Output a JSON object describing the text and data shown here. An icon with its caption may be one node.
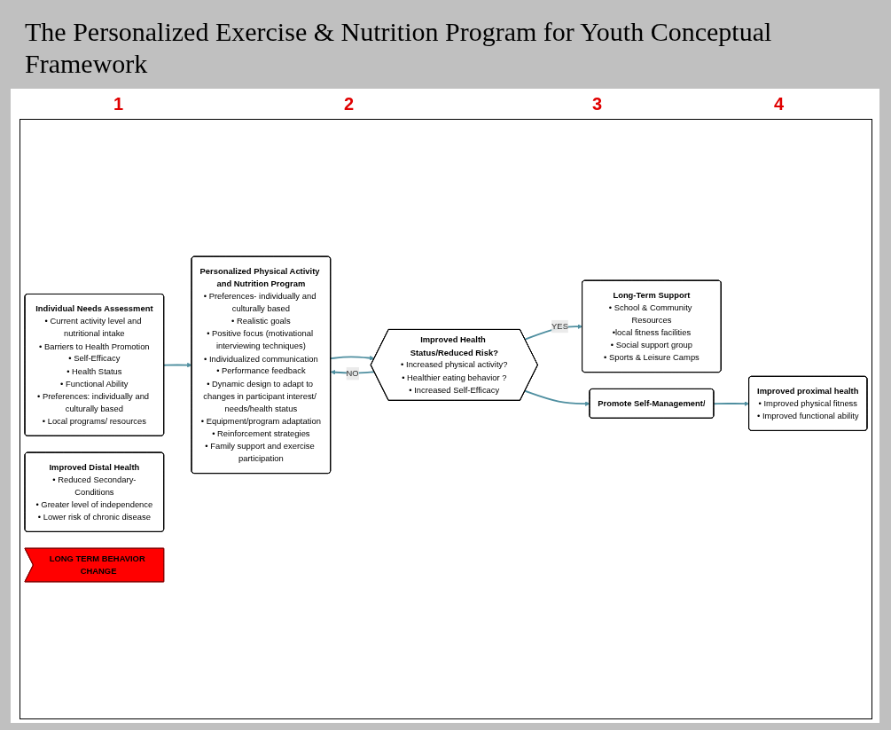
{
  "diagram": {
    "title": "The Personalized Exercise & Nutrition Program for Youth Conceptual Framework",
    "nodes": [
      {
        "text": [
          "Individual Needs Assessment",
          "• Current activity level and nutritional intake",
          "• Barriers to Health Promotion",
          "• Self-Efficacy",
          "• Health Status",
          "• Functional Ability",
          "• Preferences: individually and culturally based",
          "• Local programs/ resources"
        ]
      },
      {
        "text": [
          "Personalized Physical Activity and Nutrition Program",
          "• Preferences- individually and culturally based",
          "• Realistic goals",
          "• Positive focus (motivational interviewing techniques)",
          "• Individualized communication",
          "• Performance feedback",
          "• Dynamic design to adapt to changes in participant interest/ needs/health status",
          "• Equipment/program adaptation",
          "• Reinforcement strategies",
          "• Family support and exercise participation"
        ]
      },
      {
        "text": [
          "Improved Health Status/Reduced Risk?",
          "• Increased physical activity?",
          "• Healthier eating behavior ?",
          "• Increased Self-Efficacy"
        ]
      },
      {
        "text": [
          "Long-Term Support",
          "• School & Community Resources",
          "•local fitness facilities",
          "• Social support group",
          "• Sports & Leisure Camps"
        ]
      },
      {
        "text": [
          "Promote Self-Management/"
        ]
      },
      {
        "text": [
          "Improved proximal health",
          "• Improved physical fitness",
          "• Improved functional ability"
        ]
      },
      {
        "text": [
          "Improved Distal Health",
          "• Reduced Secondary-Conditions",
          "• Greater level of independence",
          "• Lower risk of chronic disease"
        ]
      },
      {
        "text": [
          "LONG TERM BEHAVIOR CHANGE"
        ]
      }
    ],
    "edges": [
      {
        "from": 0,
        "to": 1,
        "arrow": "to"
      },
      {
        "from": 1,
        "to": 2,
        "arrow": "to"
      },
      {
        "from": 2,
        "to": 1,
        "arrow": "to",
        "label": "NO"
      },
      {
        "from": 2,
        "to": 3,
        "arrow": "to",
        "label": "YES"
      },
      {
        "from": 2,
        "to": 4,
        "arrow": "to"
      },
      {
        "from": 4,
        "to": 5,
        "arrow": "to"
      }
    ],
    "labels": [
      "1",
      "2",
      "3",
      "4"
    ]
  }
}
